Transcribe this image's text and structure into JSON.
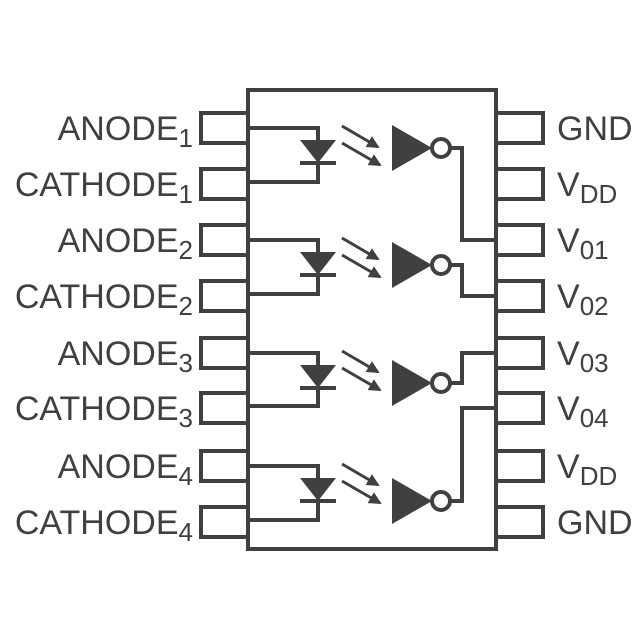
{
  "diagram": {
    "type": "schematic",
    "description": "quad-channel optocoupler functional pin diagram",
    "colors": {
      "line": "#404040",
      "text": "#404040",
      "background": "#ffffff"
    },
    "left_pins": [
      {
        "label": "ANODE",
        "sub": "1"
      },
      {
        "label": "CATHODE",
        "sub": "1"
      },
      {
        "label": "ANODE",
        "sub": "2"
      },
      {
        "label": "CATHODE",
        "sub": "2"
      },
      {
        "label": "ANODE",
        "sub": "3"
      },
      {
        "label": "CATHODE",
        "sub": "3"
      },
      {
        "label": "ANODE",
        "sub": "4"
      },
      {
        "label": "CATHODE",
        "sub": "4"
      }
    ],
    "right_pins": [
      {
        "label": "GND",
        "sub": ""
      },
      {
        "label": "V",
        "sub": "DD"
      },
      {
        "label": "V",
        "sub": "01"
      },
      {
        "label": "V",
        "sub": "02"
      },
      {
        "label": "V",
        "sub": "03"
      },
      {
        "label": "V",
        "sub": "04"
      },
      {
        "label": "V",
        "sub": "DD"
      },
      {
        "label": "GND",
        "sub": ""
      }
    ],
    "channels": [
      {
        "name": "channel-1",
        "input_pins": [
          "ANODE1",
          "CATHODE1"
        ],
        "output_pin": "V01",
        "output_pin_index": 2,
        "output_route": "down",
        "elements": [
          "led",
          "light-arrows",
          "inverting-buffer"
        ]
      },
      {
        "name": "channel-2",
        "input_pins": [
          "ANODE2",
          "CATHODE2"
        ],
        "output_pin": "V02",
        "output_pin_index": 3,
        "output_route": "down",
        "elements": [
          "led",
          "light-arrows",
          "inverting-buffer"
        ]
      },
      {
        "name": "channel-3",
        "input_pins": [
          "ANODE3",
          "CATHODE3"
        ],
        "output_pin": "V03",
        "output_pin_index": 4,
        "output_route": "up",
        "elements": [
          "led",
          "light-arrows",
          "inverting-buffer"
        ]
      },
      {
        "name": "channel-4",
        "input_pins": [
          "ANODE4",
          "CATHODE4"
        ],
        "output_pin": "V04",
        "output_pin_index": 5,
        "output_route": "up",
        "elements": [
          "led",
          "light-arrows",
          "inverting-buffer"
        ]
      }
    ]
  }
}
